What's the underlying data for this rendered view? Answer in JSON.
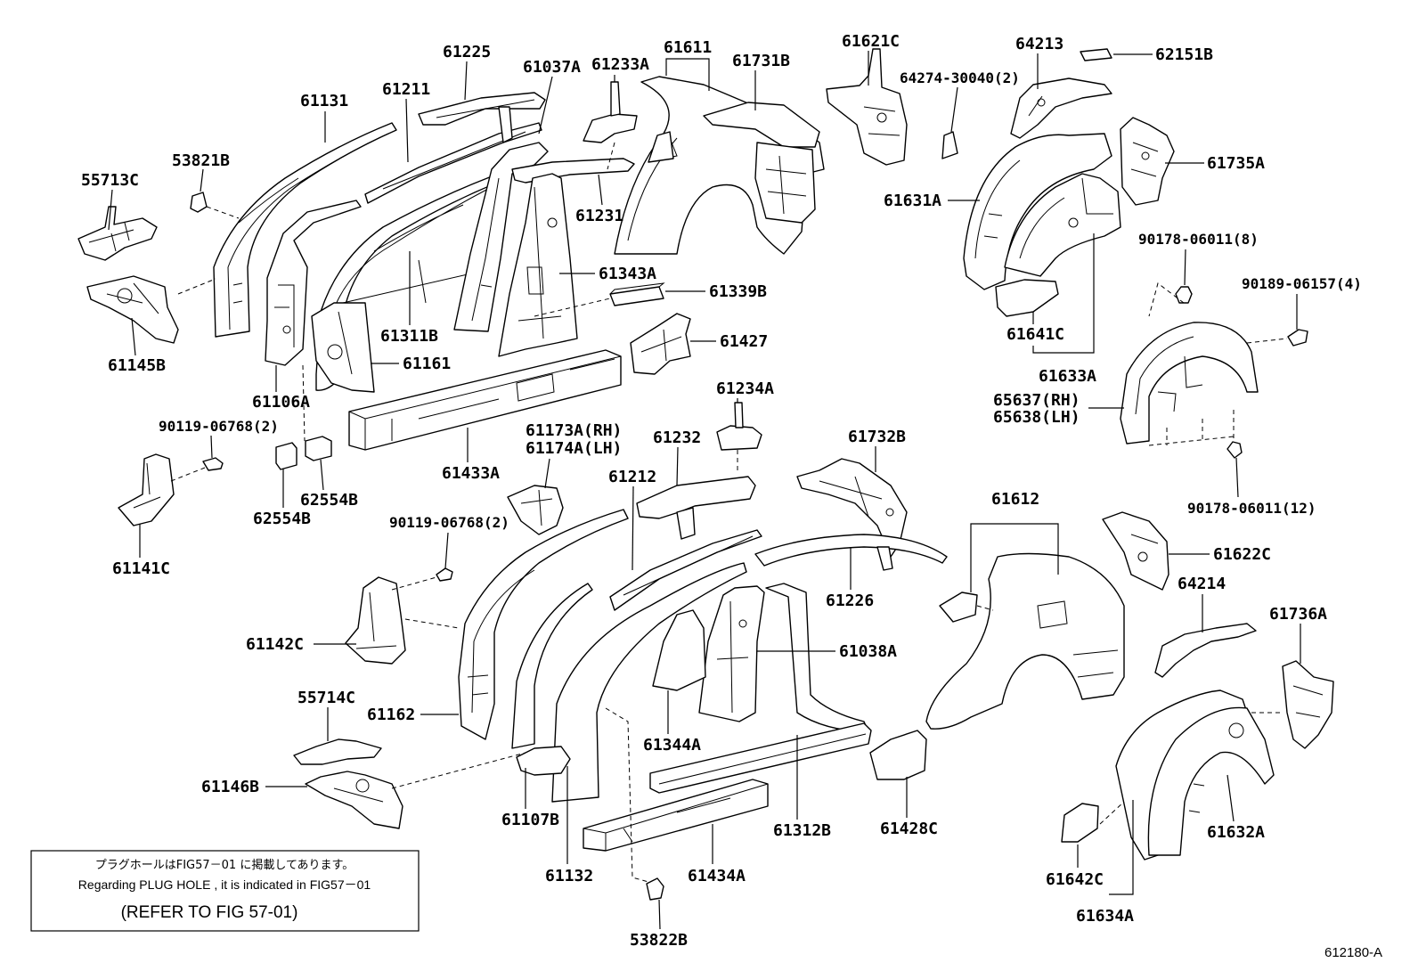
{
  "labels": [
    "61131",
    "61211",
    "61225",
    "61037A",
    "61233A",
    "61611",
    "61731B",
    "61621C",
    "64213",
    "62151B",
    "64274-30040(2)",
    "53821B",
    "55713C",
    "61231",
    "61631A",
    "61735A",
    "90178-06011(8)",
    "90189-06157(4)",
    "61343A",
    "61339B",
    "61311B",
    "61427",
    "61145B",
    "61161",
    "61641C",
    "61633A",
    "65637(RH)",
    "65638(LH)",
    "61106A",
    "61234A",
    "90119-06768(2)",
    "61173A(RH)",
    "61174A(LH)",
    "61232",
    "61732B",
    "61433A",
    "61212",
    "62554B",
    "62554B",
    "61612",
    "90178-06011(12)",
    "90119-06768(2)",
    "61622C",
    "61141C",
    "64214",
    "61226",
    "61736A",
    "61142C",
    "61038A",
    "55714C",
    "61162",
    "61344A",
    "61146B",
    "61107B",
    "61312B",
    "61428C",
    "61632A",
    "61132",
    "61434A",
    "61642C",
    "61634A",
    "53822B"
  ],
  "note": {
    "jp": "プラグホールはFIG57－01 に掲載してあります。",
    "en": "Regarding PLUG HOLE , it is indicated in FIG57－01",
    "refer": "(REFER TO FIG 57-01)"
  },
  "figure_code": "612180-A"
}
